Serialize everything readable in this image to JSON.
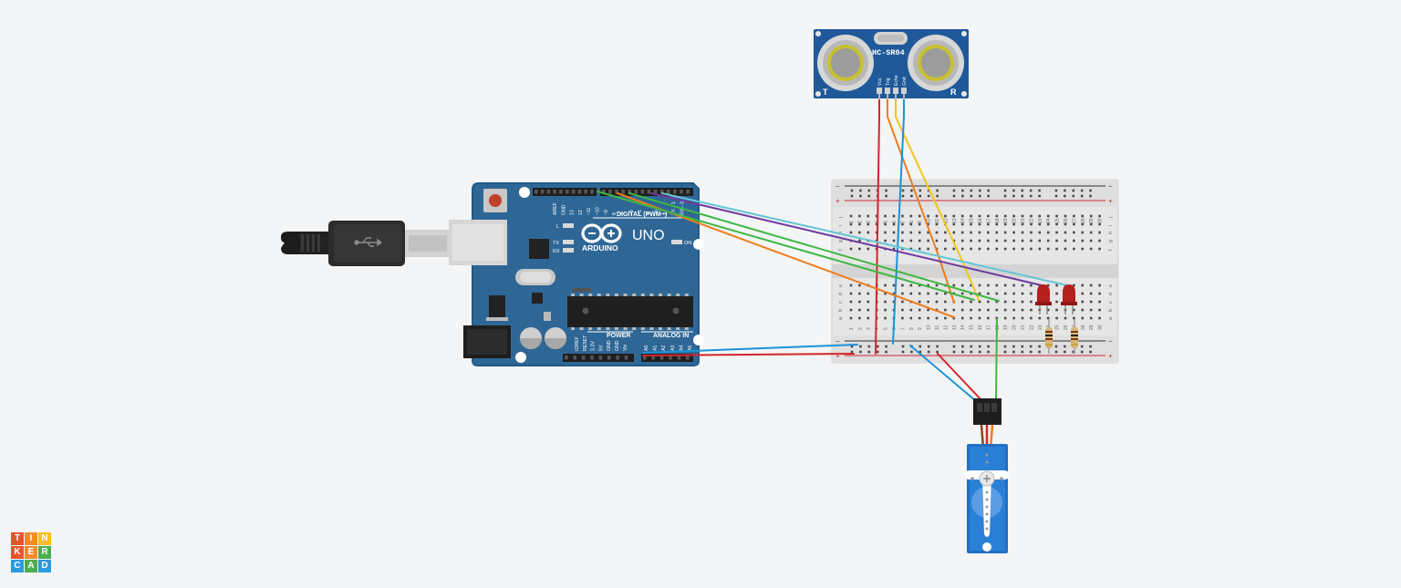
{
  "arduino": {
    "brand": "ARDUINO",
    "model": "UNO",
    "digital_label": "DIGITAL (PWM~)",
    "power_label": "POWER",
    "analog_label": "ANALOG IN",
    "led_l": "L",
    "led_tx": "TX",
    "led_rx": "RX",
    "led_on": "ON",
    "top_pins": [
      "AREF",
      "GND",
      "13",
      "12",
      "~11",
      "~10",
      "~9",
      "8",
      "7",
      "~6",
      "~5",
      "4",
      "~3",
      "2",
      "TX→1",
      "RX←0"
    ],
    "power_pins": [
      "IOREF",
      "RESET",
      "3.3V",
      "5V",
      "GND",
      "GND",
      "Vin"
    ],
    "analog_pins": [
      "A0",
      "A1",
      "A2",
      "A3",
      "A4",
      "A5"
    ]
  },
  "sensor": {
    "model": "HC-SR04",
    "left_mark": "T",
    "right_mark": "R",
    "pins": [
      "Vcc",
      "Trig",
      "Echo",
      "Gnd"
    ]
  },
  "breadboard": {
    "col_numbers": [
      "1",
      "2",
      "3",
      "4",
      "5",
      "6",
      "7",
      "8",
      "9",
      "10",
      "11",
      "12",
      "13",
      "14",
      "15",
      "16",
      "17",
      "18",
      "19",
      "20",
      "21",
      "22",
      "23",
      "24",
      "25",
      "26",
      "27",
      "28",
      "29",
      "30"
    ],
    "rows_top": [
      "j",
      "i",
      "h",
      "g",
      "f"
    ],
    "rows_bottom": [
      "e",
      "d",
      "c",
      "b",
      "a"
    ],
    "rail_minus": "−",
    "rail_plus": "+"
  },
  "logo": {
    "letters": [
      "T",
      "I",
      "N",
      "K",
      "E",
      "R",
      "C",
      "A",
      "D"
    ],
    "colors": [
      "#e8542d",
      "#f18c2b",
      "#f9be23",
      "#e8542d",
      "#f18c2b",
      "#4cae4f",
      "#2b9be0",
      "#4cae4f",
      "#2b9be0"
    ]
  },
  "colors": {
    "board": "#2e6796",
    "board_dark": "#21557f",
    "sensor_board": "#20599a",
    "wire_red": "#d3262b",
    "wire_orange": "#ef7c1b",
    "wire_yellow": "#f3c61b",
    "wire_blue": "#1b93d6",
    "wire_green": "#3fb842",
    "wire_purple": "#6e3aa0",
    "wire_cyan": "#66c6d6",
    "led": "#b41f1f",
    "servo": "#1f6fc4"
  }
}
